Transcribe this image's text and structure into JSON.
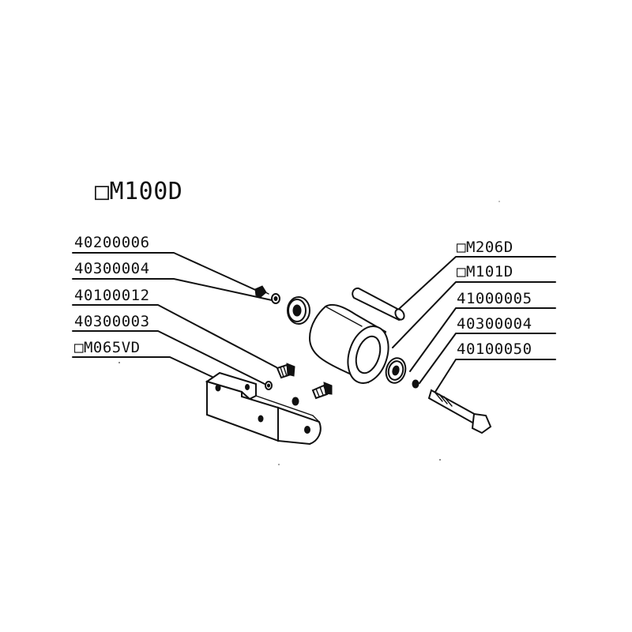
{
  "assembly_label": "□M100D",
  "left_callouts": [
    {
      "id": "40200006",
      "text": "40200006"
    },
    {
      "id": "40300004-left",
      "text": "40300004"
    },
    {
      "id": "40100012",
      "text": "40100012"
    },
    {
      "id": "40300003",
      "text": "40300003"
    },
    {
      "id": "m065vd",
      "text": "□M065VD"
    }
  ],
  "right_callouts": [
    {
      "id": "m206d",
      "text": "□M206D"
    },
    {
      "id": "m101d",
      "text": "□M101D"
    },
    {
      "id": "41000005",
      "text": "41000005"
    },
    {
      "id": "40300004-right",
      "text": "40300004"
    },
    {
      "id": "40100050",
      "text": "40100050"
    }
  ],
  "colors": {
    "ink": "#111111",
    "paper": "#ffffff"
  }
}
